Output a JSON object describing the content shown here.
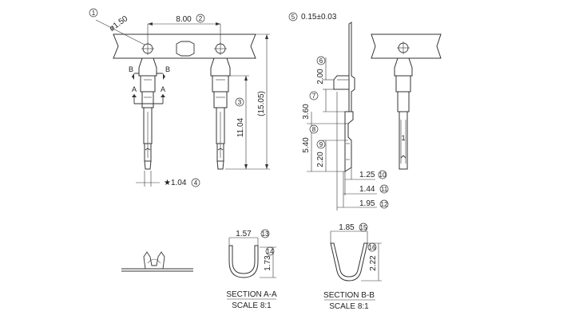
{
  "dims": {
    "hole_dia": "ø1.50",
    "pitch": "8.00",
    "overall_length": "(15.05)",
    "terminal_length": "11.04",
    "width_star": "★1.04",
    "thickness": "0.15±0.03",
    "dim_2_00": "2.00",
    "dim_3_60": "3.60",
    "dim_5_40": "5.40",
    "dim_2_20": "2.20",
    "dim_1_25": "1.25",
    "dim_1_44": "1.44",
    "dim_1_95": "1.95",
    "dim_1_57": "1.57",
    "dim_1_73": "1.73",
    "dim_1_85": "1.85",
    "dim_2_22": "2.22"
  },
  "balloons": [
    "1",
    "2",
    "3",
    "4",
    "5",
    "6",
    "7",
    "8",
    "9",
    "10",
    "11",
    "12",
    "13",
    "14",
    "15",
    "16"
  ],
  "section_labels": {
    "aa": "A",
    "bb": "B",
    "pin_number": "1"
  },
  "sections": {
    "a_title": "SECTION A-A",
    "a_scale": "SCALE 8:1",
    "b_title": "SECTION B-B",
    "b_scale": "SCALE 8:1"
  }
}
